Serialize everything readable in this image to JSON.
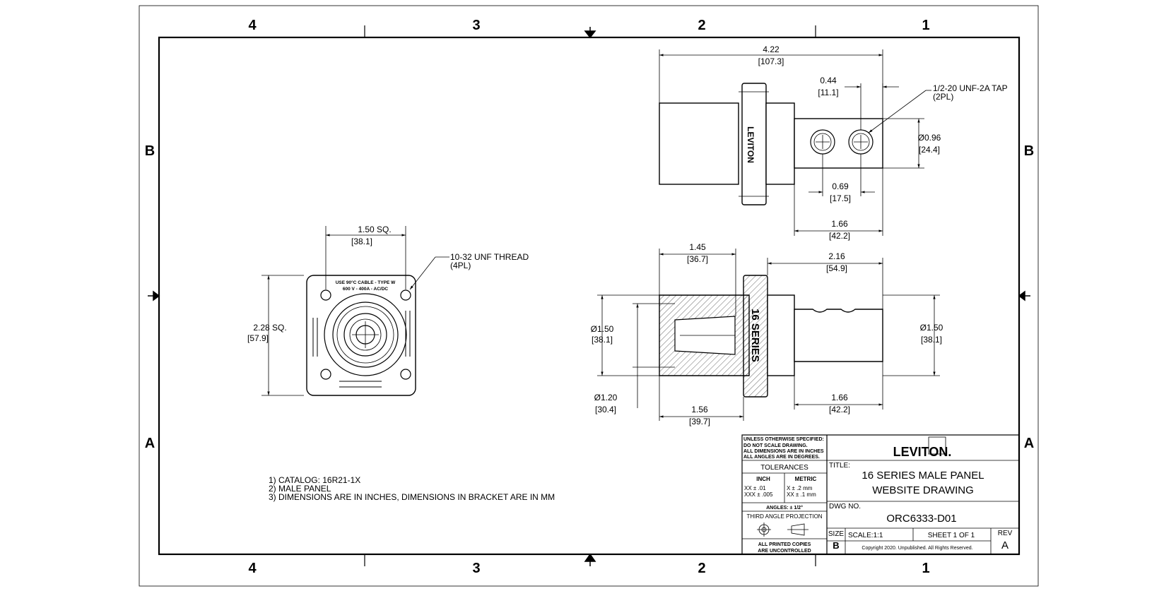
{
  "zones": {
    "top": [
      "4",
      "3",
      "2",
      "1"
    ],
    "bottom": [
      "4",
      "3",
      "2",
      "1"
    ],
    "left": [
      "B",
      "A"
    ],
    "right": [
      "B",
      "A"
    ]
  },
  "views": {
    "front": {
      "width_in": "1.50  SQ.",
      "width_mm": "[38.1]",
      "height_in": "2.28  SQ.",
      "height_mm": "[57.9]",
      "callout_line1": "10-32 UNF THREAD",
      "callout_line2": "(4PL)",
      "face_text_top1": "USE 90°C CABLE - TYPE W",
      "face_text_top2": "600 V - 400A - AC/DC"
    },
    "top_view": {
      "overall_in": "4.22",
      "overall_mm": "[107.3]",
      "hole_offset_in": "0.44",
      "hole_offset_mm": "[11.1]",
      "tap_line1": "1/2-20 UNF-2A TAP",
      "tap_line2": "(2PL)",
      "dia_in": "Ø0.96",
      "dia_mm": "[24.4]",
      "hole_spacing_in": "0.69",
      "hole_spacing_mm": "[17.5]",
      "stud_len_in": "1.66",
      "stud_len_mm": "[42.2]",
      "brand_on_part": "LEVITON"
    },
    "section_view": {
      "sleeve_in": "1.45",
      "sleeve_mm": "[36.7]",
      "stud_in": "2.16",
      "stud_mm": "[54.9]",
      "outer_dia_in": "Ø1.50",
      "outer_dia_mm": "[38.1]",
      "inner_dia_in": "Ø1.20",
      "inner_dia_mm": "[30.4]",
      "body_in": "1.56",
      "body_mm": "[39.7]",
      "right_dia_in": "Ø1.50",
      "right_dia_mm": "[38.1]",
      "right_len_in": "1.66",
      "right_len_mm": "[42.2]",
      "series_text": "16 SERIES"
    }
  },
  "notes": [
    "1) CATALOG: 16R21-1X",
    "2) MALE PANEL",
    "3) DIMENSIONS ARE IN INCHES, DIMENSIONS IN BRACKET ARE IN MM"
  ],
  "title_block": {
    "unless_lines": [
      "UNLESS OTHERWISE SPECIFIED:",
      "DO NOT SCALE DRAWING.",
      "ALL DIMENSIONS ARE IN INCHES",
      "ALL ANGLES ARE IN DEGREES."
    ],
    "tolerances_label": "TOLERANCES",
    "inch_label": "INCH",
    "metric_label": "METRIC",
    "inch_line1": "XX    ± .01",
    "inch_line2": "XXX  ± .005",
    "metric_line1": "X     ± .2 mm",
    "metric_line2": "XX   ± .1 mm",
    "angles": "ANGLES: ± 1/2°",
    "projection_label": "THIRD ANGLE PROJECTION",
    "printed_line1": "ALL PRINTED COPIES",
    "printed_line2": "ARE UNCONTROLLED",
    "logo": "LEVITON.",
    "title_label": "TITLE:",
    "title_line1": "16 SERIES MALE PANEL",
    "title_line2": "WEBSITE DRAWING",
    "dwg_label": "DWG NO.",
    "dwg_no": "ORC6333-D01",
    "size_label": "SIZE",
    "size_value": "B",
    "scale": "SCALE:1:1",
    "sheet": "SHEET 1 OF 1",
    "copyright": "Copyright 2020. Unpublished. All Rights Reserved.",
    "rev_label": "REV",
    "rev_value": "A"
  }
}
